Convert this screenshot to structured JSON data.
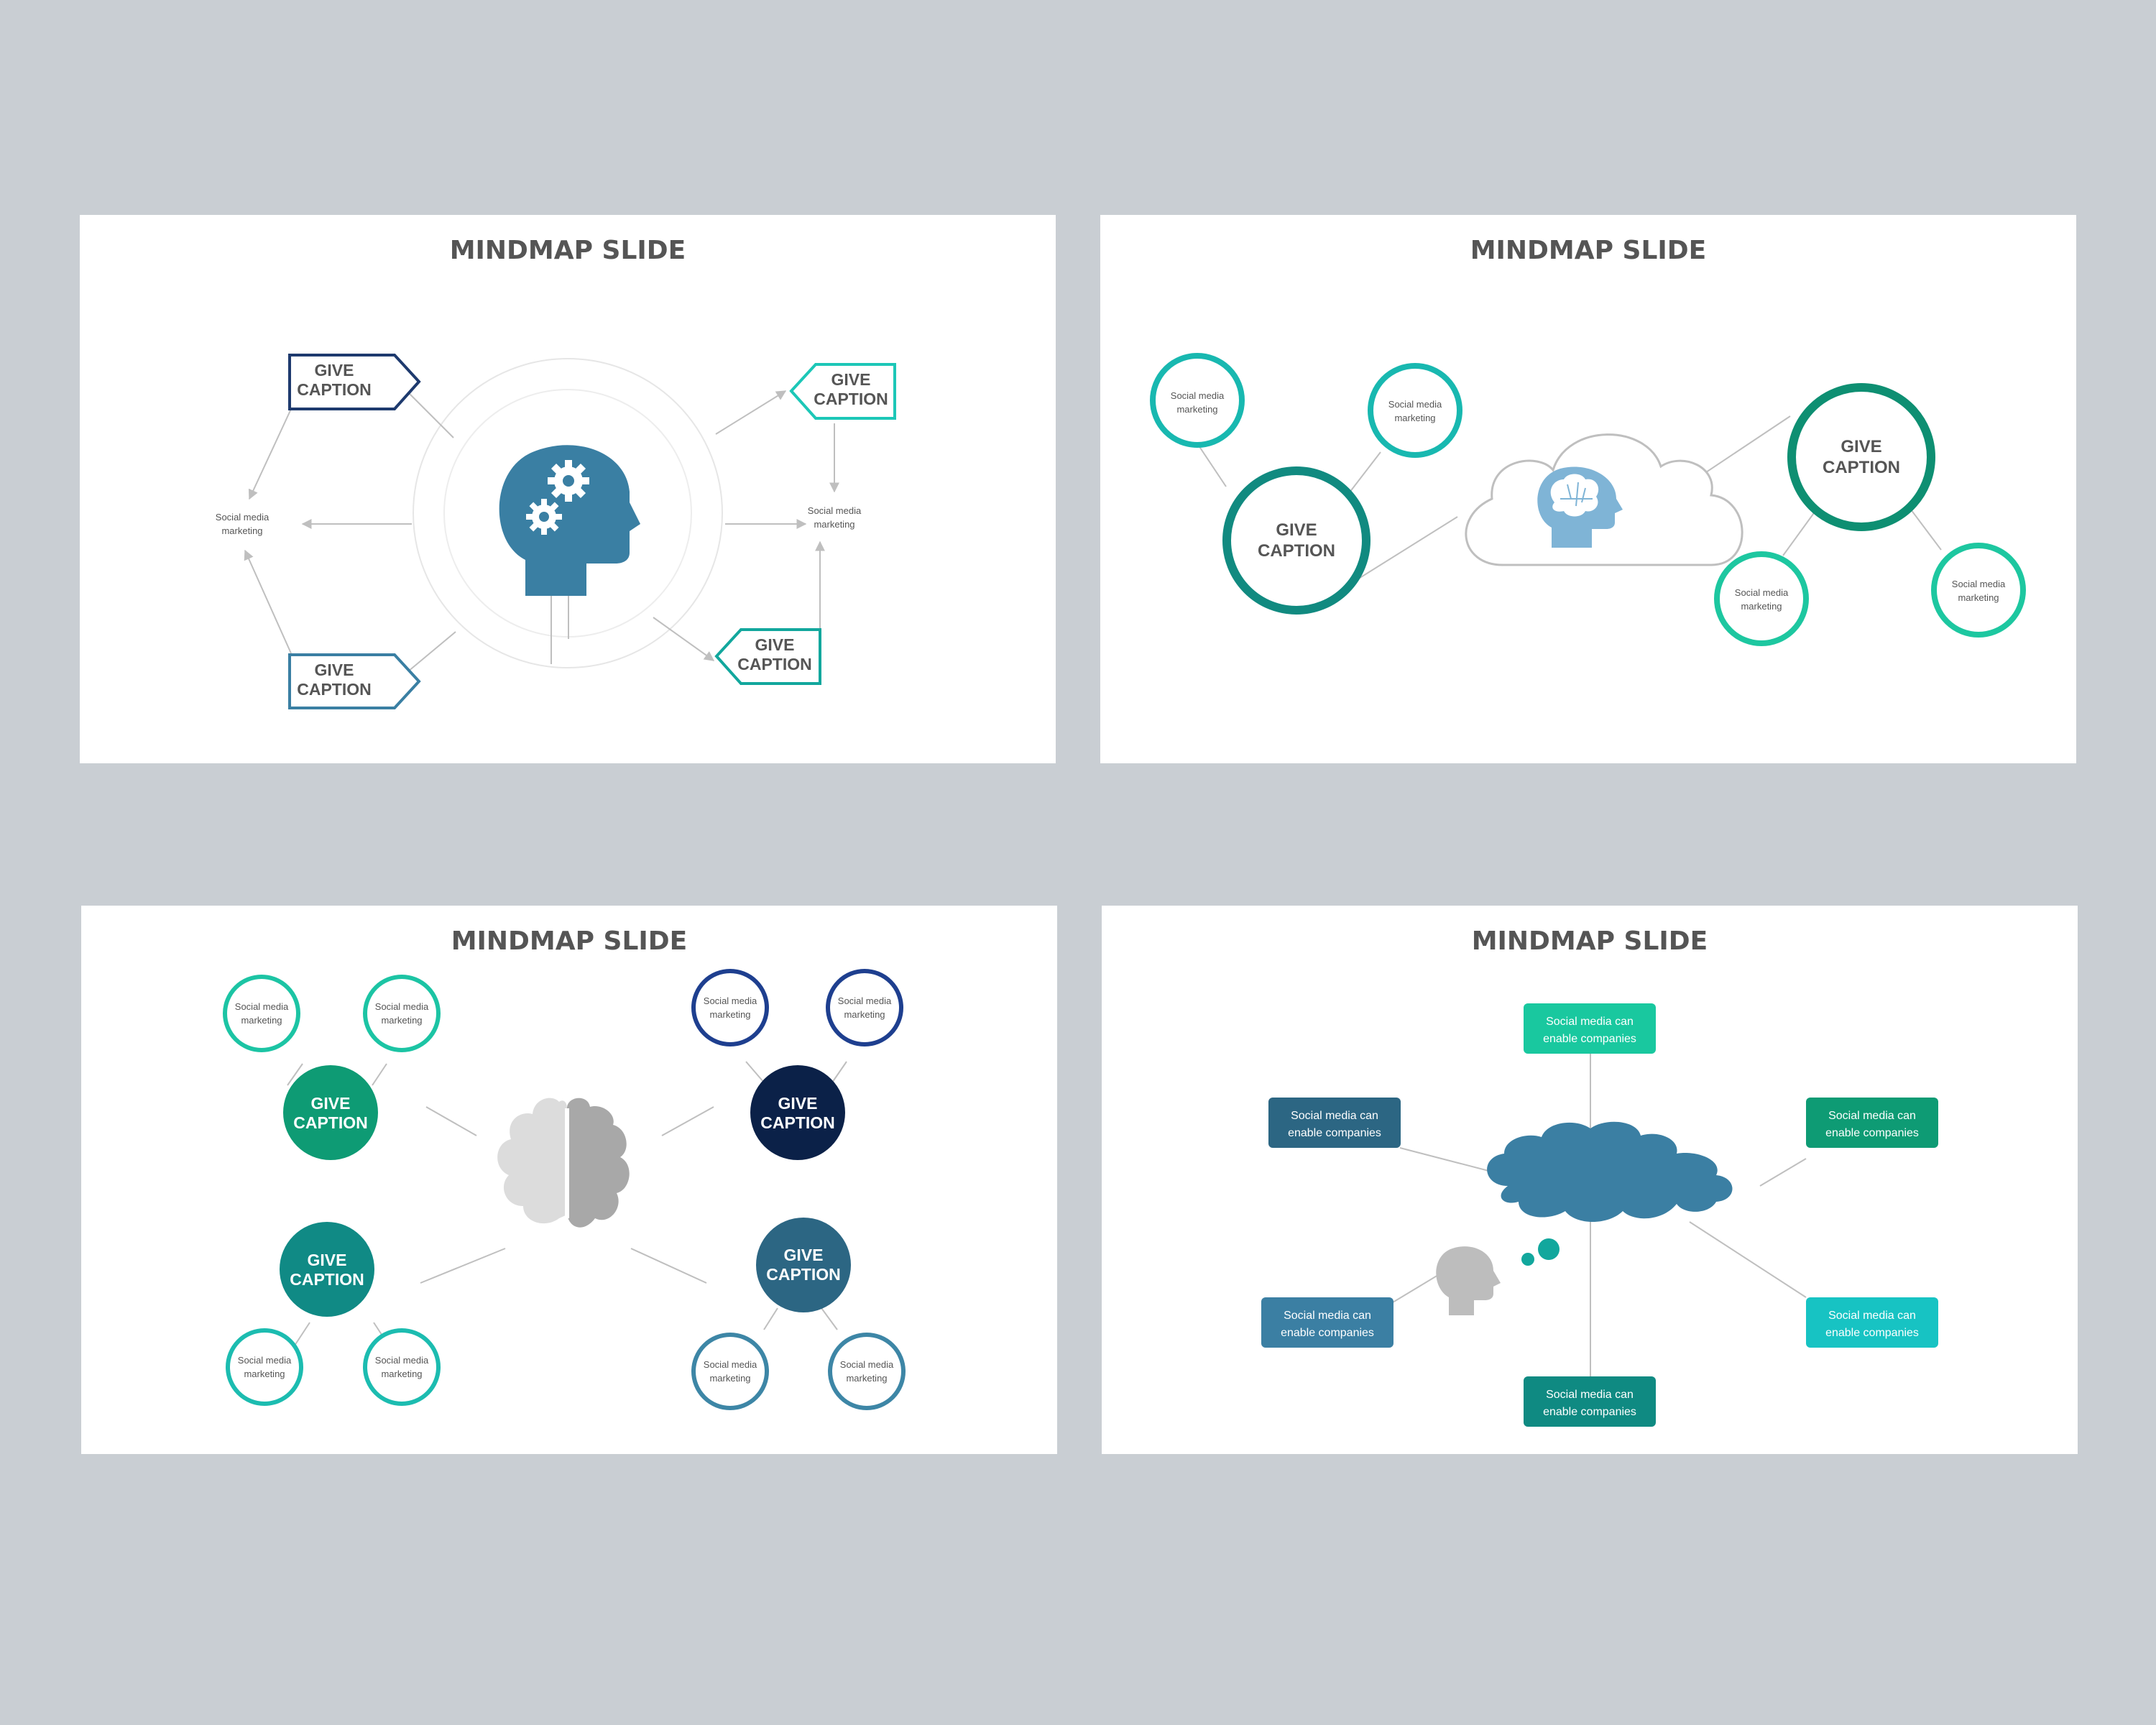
{
  "slides": [
    {
      "title": "MINDMAP SLIDE",
      "captions": [
        {
          "line1": "GIVE",
          "line2": "CAPTION"
        },
        {
          "line1": "GIVE",
          "line2": "CAPTION"
        },
        {
          "line1": "GIVE",
          "line2": "CAPTION"
        },
        {
          "line1": "GIVE",
          "line2": "CAPTION"
        }
      ],
      "notes": [
        {
          "line1": "Social media",
          "line2": "marketing"
        },
        {
          "line1": "Social media",
          "line2": "marketing"
        }
      ],
      "icon": "head-gears-icon"
    },
    {
      "title": "MINDMAP SLIDE",
      "captions": [
        {
          "line1": "GIVE",
          "line2": "CAPTION"
        },
        {
          "line1": "GIVE",
          "line2": "CAPTION"
        }
      ],
      "notes": [
        {
          "line1": "Social media",
          "line2": "marketing"
        },
        {
          "line1": "Social media",
          "line2": "marketing"
        },
        {
          "line1": "Social media",
          "line2": "marketing"
        },
        {
          "line1": "Social media",
          "line2": "marketing"
        }
      ],
      "icon": "cloud-head-brain-icon"
    },
    {
      "title": "MINDMAP SLIDE",
      "captions": [
        {
          "line1": "GIVE",
          "line2": "CAPTION"
        },
        {
          "line1": "GIVE",
          "line2": "CAPTION"
        },
        {
          "line1": "GIVE",
          "line2": "CAPTION"
        },
        {
          "line1": "GIVE",
          "line2": "CAPTION"
        }
      ],
      "notes": [
        {
          "line1": "Social media",
          "line2": "marketing"
        },
        {
          "line1": "Social media",
          "line2": "marketing"
        },
        {
          "line1": "Social media",
          "line2": "marketing"
        },
        {
          "line1": "Social media",
          "line2": "marketing"
        },
        {
          "line1": "Social media",
          "line2": "marketing"
        },
        {
          "line1": "Social media",
          "line2": "marketing"
        },
        {
          "line1": "Social media",
          "line2": "marketing"
        },
        {
          "line1": "Social media",
          "line2": "marketing"
        }
      ],
      "icon": "brain-icon"
    },
    {
      "title": "MINDMAP SLIDE",
      "boxes": [
        {
          "line1": "Social media can",
          "line2": "enable companies"
        },
        {
          "line1": "Social media can",
          "line2": "enable companies"
        },
        {
          "line1": "Social media can",
          "line2": "enable companies"
        },
        {
          "line1": "Social media can",
          "line2": "enable companies"
        },
        {
          "line1": "Social media can",
          "line2": "enable companies"
        },
        {
          "line1": "Social media can",
          "line2": "enable companies"
        }
      ],
      "icon": "thinking-head-cloud-icon"
    }
  ],
  "colors": {
    "background": "#c9ced3",
    "dark_navy": "#1e3a6e",
    "teal_blue": "#3a7fa3",
    "teal": "#12a79d",
    "green": "#0e9b74",
    "aqua": "#1cc7b7",
    "navy_fill": "#0b2148",
    "slate": "#2c6683",
    "gray_light": "#dcdcdc",
    "gray_dark": "#a8a8a8"
  }
}
